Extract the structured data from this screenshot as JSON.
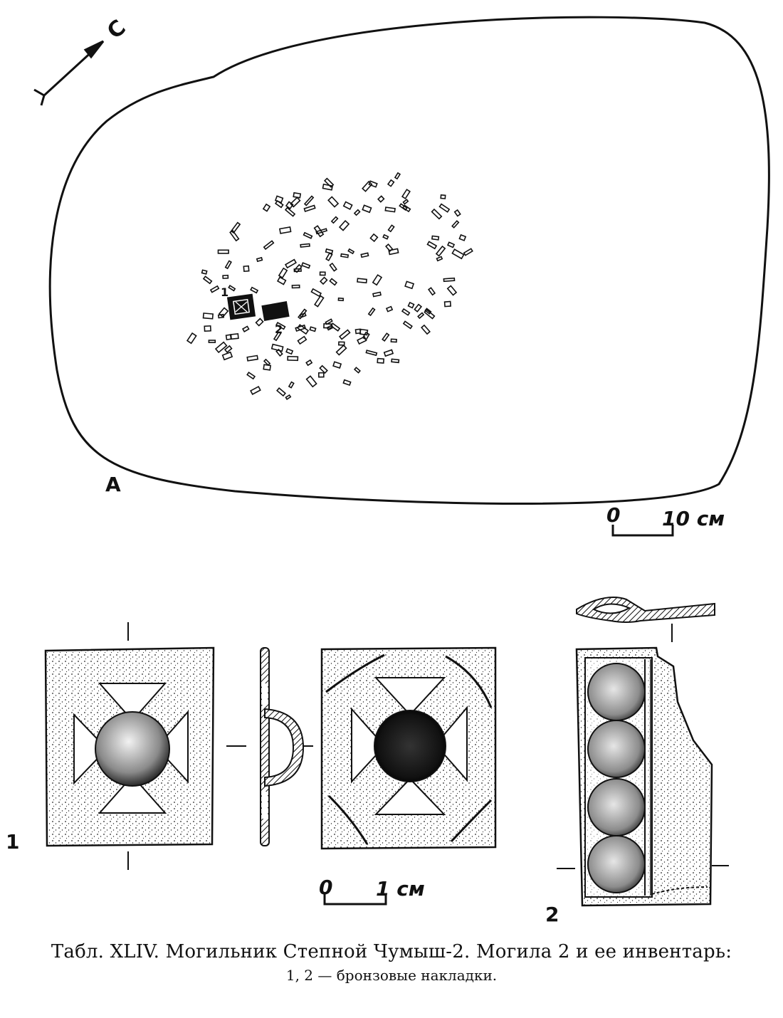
{
  "plan": {
    "north_label": "С",
    "panel_label": "А",
    "find_labels": [
      "1",
      "2"
    ],
    "scale": {
      "zero": "0",
      "end": "10 см"
    }
  },
  "objects": {
    "item1_label": "1",
    "item2_label": "2",
    "scale": {
      "zero": "0",
      "end": "1 см"
    }
  },
  "caption": {
    "line1": "Табл. XLIV. Могильник Степной Чумыш-2. Могила 2 и ее инвентарь:",
    "line2": "1, 2 — бронзовые накладки."
  }
}
